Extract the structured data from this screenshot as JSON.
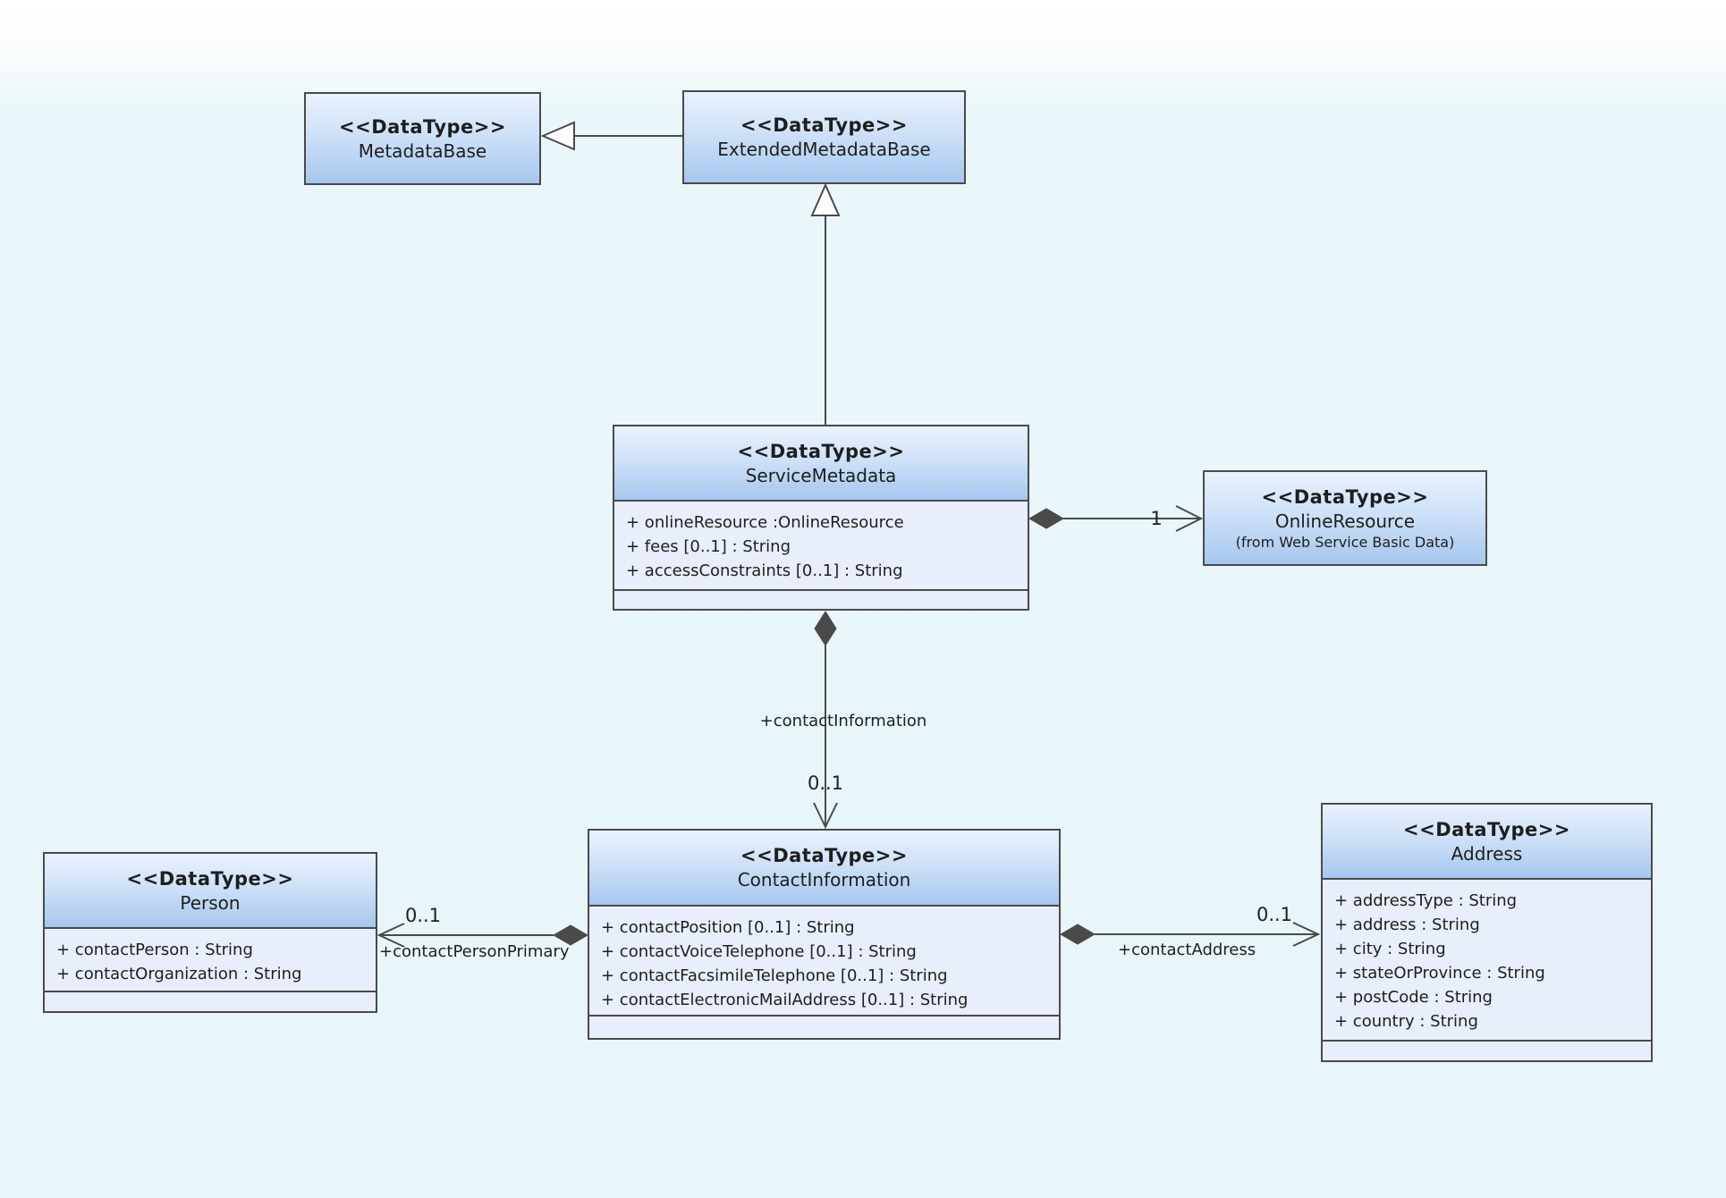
{
  "diagram": {
    "type": "uml-class-diagram",
    "colors": {
      "background": "#e7f6fa",
      "box_header_top": "#eaf2fd",
      "box_header_bottom": "#a5c7ef",
      "box_body": "#e8eefb",
      "border": "#4a4a4a",
      "text": "#1e1e1e"
    },
    "classes": {
      "metadata_base": {
        "stereotype": "<<DataType>>",
        "name": "MetadataBase"
      },
      "extended_metadata_base": {
        "stereotype": "<<DataType>>",
        "name": "ExtendedMetadataBase"
      },
      "service_metadata": {
        "stereotype": "<<DataType>>",
        "name": "ServiceMetadata",
        "attributes": [
          "+ onlineResource :OnlineResource",
          "+ fees [0..1] : String",
          "+ accessConstraints [0..1] : String"
        ]
      },
      "online_resource": {
        "stereotype": "<<DataType>>",
        "name": "OnlineResource",
        "package_note": "(from Web Service Basic Data)"
      },
      "person": {
        "stereotype": "<<DataType>>",
        "name": "Person",
        "attributes": [
          "+ contactPerson : String",
          "+ contactOrganization : String"
        ]
      },
      "contact_information": {
        "stereotype": "<<DataType>>",
        "name": "ContactInformation",
        "attributes": [
          "+ contactPosition [0..1] : String",
          "+ contactVoiceTelephone [0..1] : String",
          "+ contactFacsimileTelephone [0..1] : String",
          "+ contactElectronicMailAddress [0..1] : String"
        ]
      },
      "address": {
        "stereotype": "<<DataType>>",
        "name": "Address",
        "attributes": [
          "+ addressType : String",
          "+ address : String",
          "+ city : String",
          "+ stateOrProvince : String",
          "+ postCode : String",
          "+ country : String"
        ]
      }
    },
    "connectors": {
      "service_to_online": {
        "multiplicity": "1"
      },
      "service_to_contact": {
        "role": "+contactInformation",
        "multiplicity": "0..1"
      },
      "contact_to_person": {
        "role": "+contactPersonPrimary",
        "multiplicity": "0..1"
      },
      "contact_to_address": {
        "role": "+contactAddress",
        "multiplicity": "0..1"
      }
    }
  }
}
